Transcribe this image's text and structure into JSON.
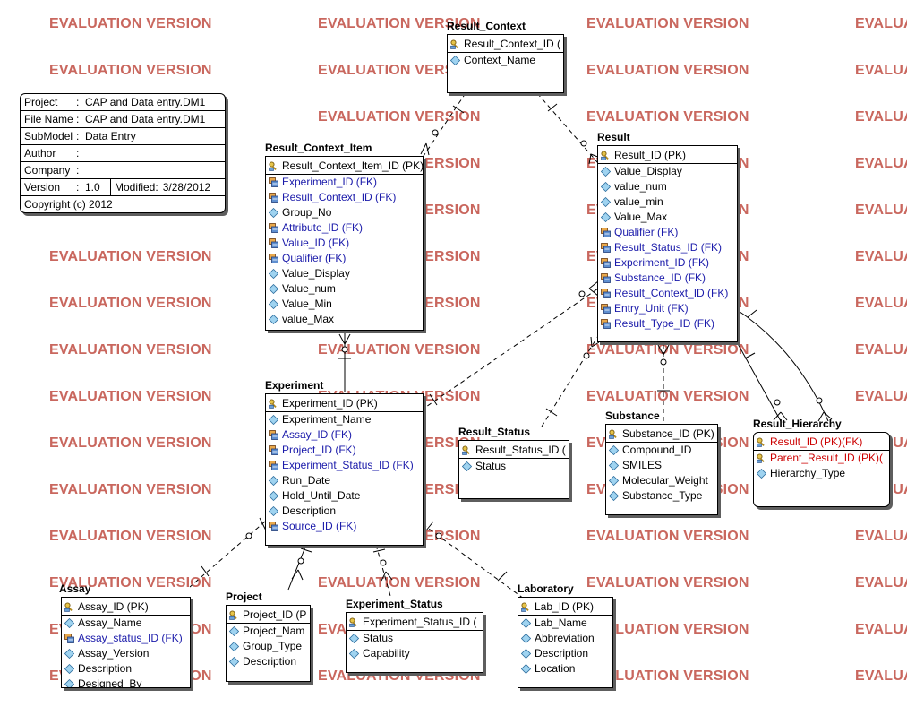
{
  "watermark": {
    "text": "EVALUATION VERSION",
    "color": "#c9675e"
  },
  "colors": {
    "plain": "#000000",
    "fk": "#1a1aaa",
    "pkfk": "#cc0000"
  },
  "info": {
    "project_label": "Project",
    "project_value": "CAP and Data entry.DM1",
    "filename_label": "File Name",
    "filename_value": "CAP and Data entry.DM1",
    "submodel_label": "SubModel",
    "submodel_value": "Data Entry",
    "author_label": "Author",
    "author_value": "",
    "company_label": "Company",
    "company_value": "",
    "version_label": "Version",
    "version_value": "1.0",
    "modified_label": "Modified:",
    "modified_value": "3/28/2012",
    "copyright": "Copyright (c)  2012"
  },
  "entities": [
    {
      "id": "result_context",
      "title": "Result_Context",
      "attrs": [
        {
          "text": "Result_Context_ID (",
          "kind": "pk"
        },
        {
          "text": "Context_Name",
          "kind": "plain"
        }
      ]
    },
    {
      "id": "result_context_item",
      "title": "Result_Context_Item",
      "attrs": [
        {
          "text": "Result_Context_Item_ID (PK)",
          "kind": "pk"
        },
        {
          "text": "Experiment_ID (FK)",
          "kind": "fk"
        },
        {
          "text": "Result_Context_ID (FK)",
          "kind": "fk"
        },
        {
          "text": "Group_No",
          "kind": "plain"
        },
        {
          "text": "Attribute_ID (FK)",
          "kind": "fk"
        },
        {
          "text": "Value_ID (FK)",
          "kind": "fk"
        },
        {
          "text": "Qualifier (FK)",
          "kind": "fk"
        },
        {
          "text": "Value_Display",
          "kind": "plain"
        },
        {
          "text": "Value_num",
          "kind": "plain"
        },
        {
          "text": "Value_Min",
          "kind": "plain"
        },
        {
          "text": "value_Max",
          "kind": "plain"
        }
      ]
    },
    {
      "id": "result",
      "title": "Result",
      "attrs": [
        {
          "text": "Result_ID (PK)",
          "kind": "pk"
        },
        {
          "text": "Value_Display",
          "kind": "plain"
        },
        {
          "text": "value_num",
          "kind": "plain"
        },
        {
          "text": "value_min",
          "kind": "plain"
        },
        {
          "text": "Value_Max",
          "kind": "plain"
        },
        {
          "text": "Qualifier (FK)",
          "kind": "fk"
        },
        {
          "text": "Result_Status_ID (FK)",
          "kind": "fk"
        },
        {
          "text": "Experiment_ID (FK)",
          "kind": "fk"
        },
        {
          "text": "Substance_ID (FK)",
          "kind": "fk"
        },
        {
          "text": "Result_Context_ID (FK)",
          "kind": "fk"
        },
        {
          "text": "Entry_Unit (FK)",
          "kind": "fk"
        },
        {
          "text": "Result_Type_ID (FK)",
          "kind": "fk"
        }
      ]
    },
    {
      "id": "experiment",
      "title": "Experiment",
      "attrs": [
        {
          "text": "Experiment_ID (PK)",
          "kind": "pk"
        },
        {
          "text": "Experiment_Name",
          "kind": "plain"
        },
        {
          "text": "Assay_ID (FK)",
          "kind": "fk"
        },
        {
          "text": "Project_ID (FK)",
          "kind": "fk"
        },
        {
          "text": "Experiment_Status_ID (FK)",
          "kind": "fk"
        },
        {
          "text": "Run_Date",
          "kind": "plain"
        },
        {
          "text": "Hold_Until_Date",
          "kind": "plain"
        },
        {
          "text": "Description",
          "kind": "plain"
        },
        {
          "text": "Source_ID (FK)",
          "kind": "fk"
        }
      ]
    },
    {
      "id": "result_status",
      "title": "Result_Status",
      "attrs": [
        {
          "text": "Result_Status_ID (",
          "kind": "pk"
        },
        {
          "text": "Status",
          "kind": "plain"
        }
      ]
    },
    {
      "id": "substance",
      "title": "Substance",
      "attrs": [
        {
          "text": "Substance_ID (PK)",
          "kind": "pk"
        },
        {
          "text": "Compound_ID",
          "kind": "plain"
        },
        {
          "text": "SMILES",
          "kind": "plain"
        },
        {
          "text": "Molecular_Weight",
          "kind": "plain"
        },
        {
          "text": "Substance_Type",
          "kind": "plain"
        }
      ]
    },
    {
      "id": "result_hierarchy",
      "title": "Result_Hierarchy",
      "attrs": [
        {
          "text": "Result_ID (PK)(FK)",
          "kind": "pkfk"
        },
        {
          "text": "Parent_Result_ID (PK)(",
          "kind": "pkfk"
        },
        {
          "text": "Hierarchy_Type",
          "kind": "plain"
        }
      ]
    },
    {
      "id": "assay",
      "title": "Assay",
      "attrs": [
        {
          "text": "Assay_ID (PK)",
          "kind": "pk"
        },
        {
          "text": "Assay_Name",
          "kind": "plain"
        },
        {
          "text": "Assay_status_ID (FK)",
          "kind": "fk"
        },
        {
          "text": "Assay_Version",
          "kind": "plain"
        },
        {
          "text": "Description",
          "kind": "plain"
        },
        {
          "text": "Designed_By",
          "kind": "plain"
        }
      ]
    },
    {
      "id": "project",
      "title": "Project",
      "attrs": [
        {
          "text": "Project_ID (P",
          "kind": "pk"
        },
        {
          "text": "Project_Nam",
          "kind": "plain"
        },
        {
          "text": "Group_Type",
          "kind": "plain"
        },
        {
          "text": "Description",
          "kind": "plain"
        }
      ]
    },
    {
      "id": "experiment_status",
      "title": "Experiment_Status",
      "attrs": [
        {
          "text": "Experiment_Status_ID (",
          "kind": "pk"
        },
        {
          "text": "Status",
          "kind": "plain"
        },
        {
          "text": "Capability",
          "kind": "plain"
        }
      ]
    },
    {
      "id": "laboratory",
      "title": "Laboratory",
      "attrs": [
        {
          "text": "Lab_ID (PK)",
          "kind": "pk"
        },
        {
          "text": "Lab_Name",
          "kind": "plain"
        },
        {
          "text": "Abbreviation",
          "kind": "plain"
        },
        {
          "text": "Description",
          "kind": "plain"
        },
        {
          "text": "Location",
          "kind": "plain"
        }
      ]
    }
  ]
}
